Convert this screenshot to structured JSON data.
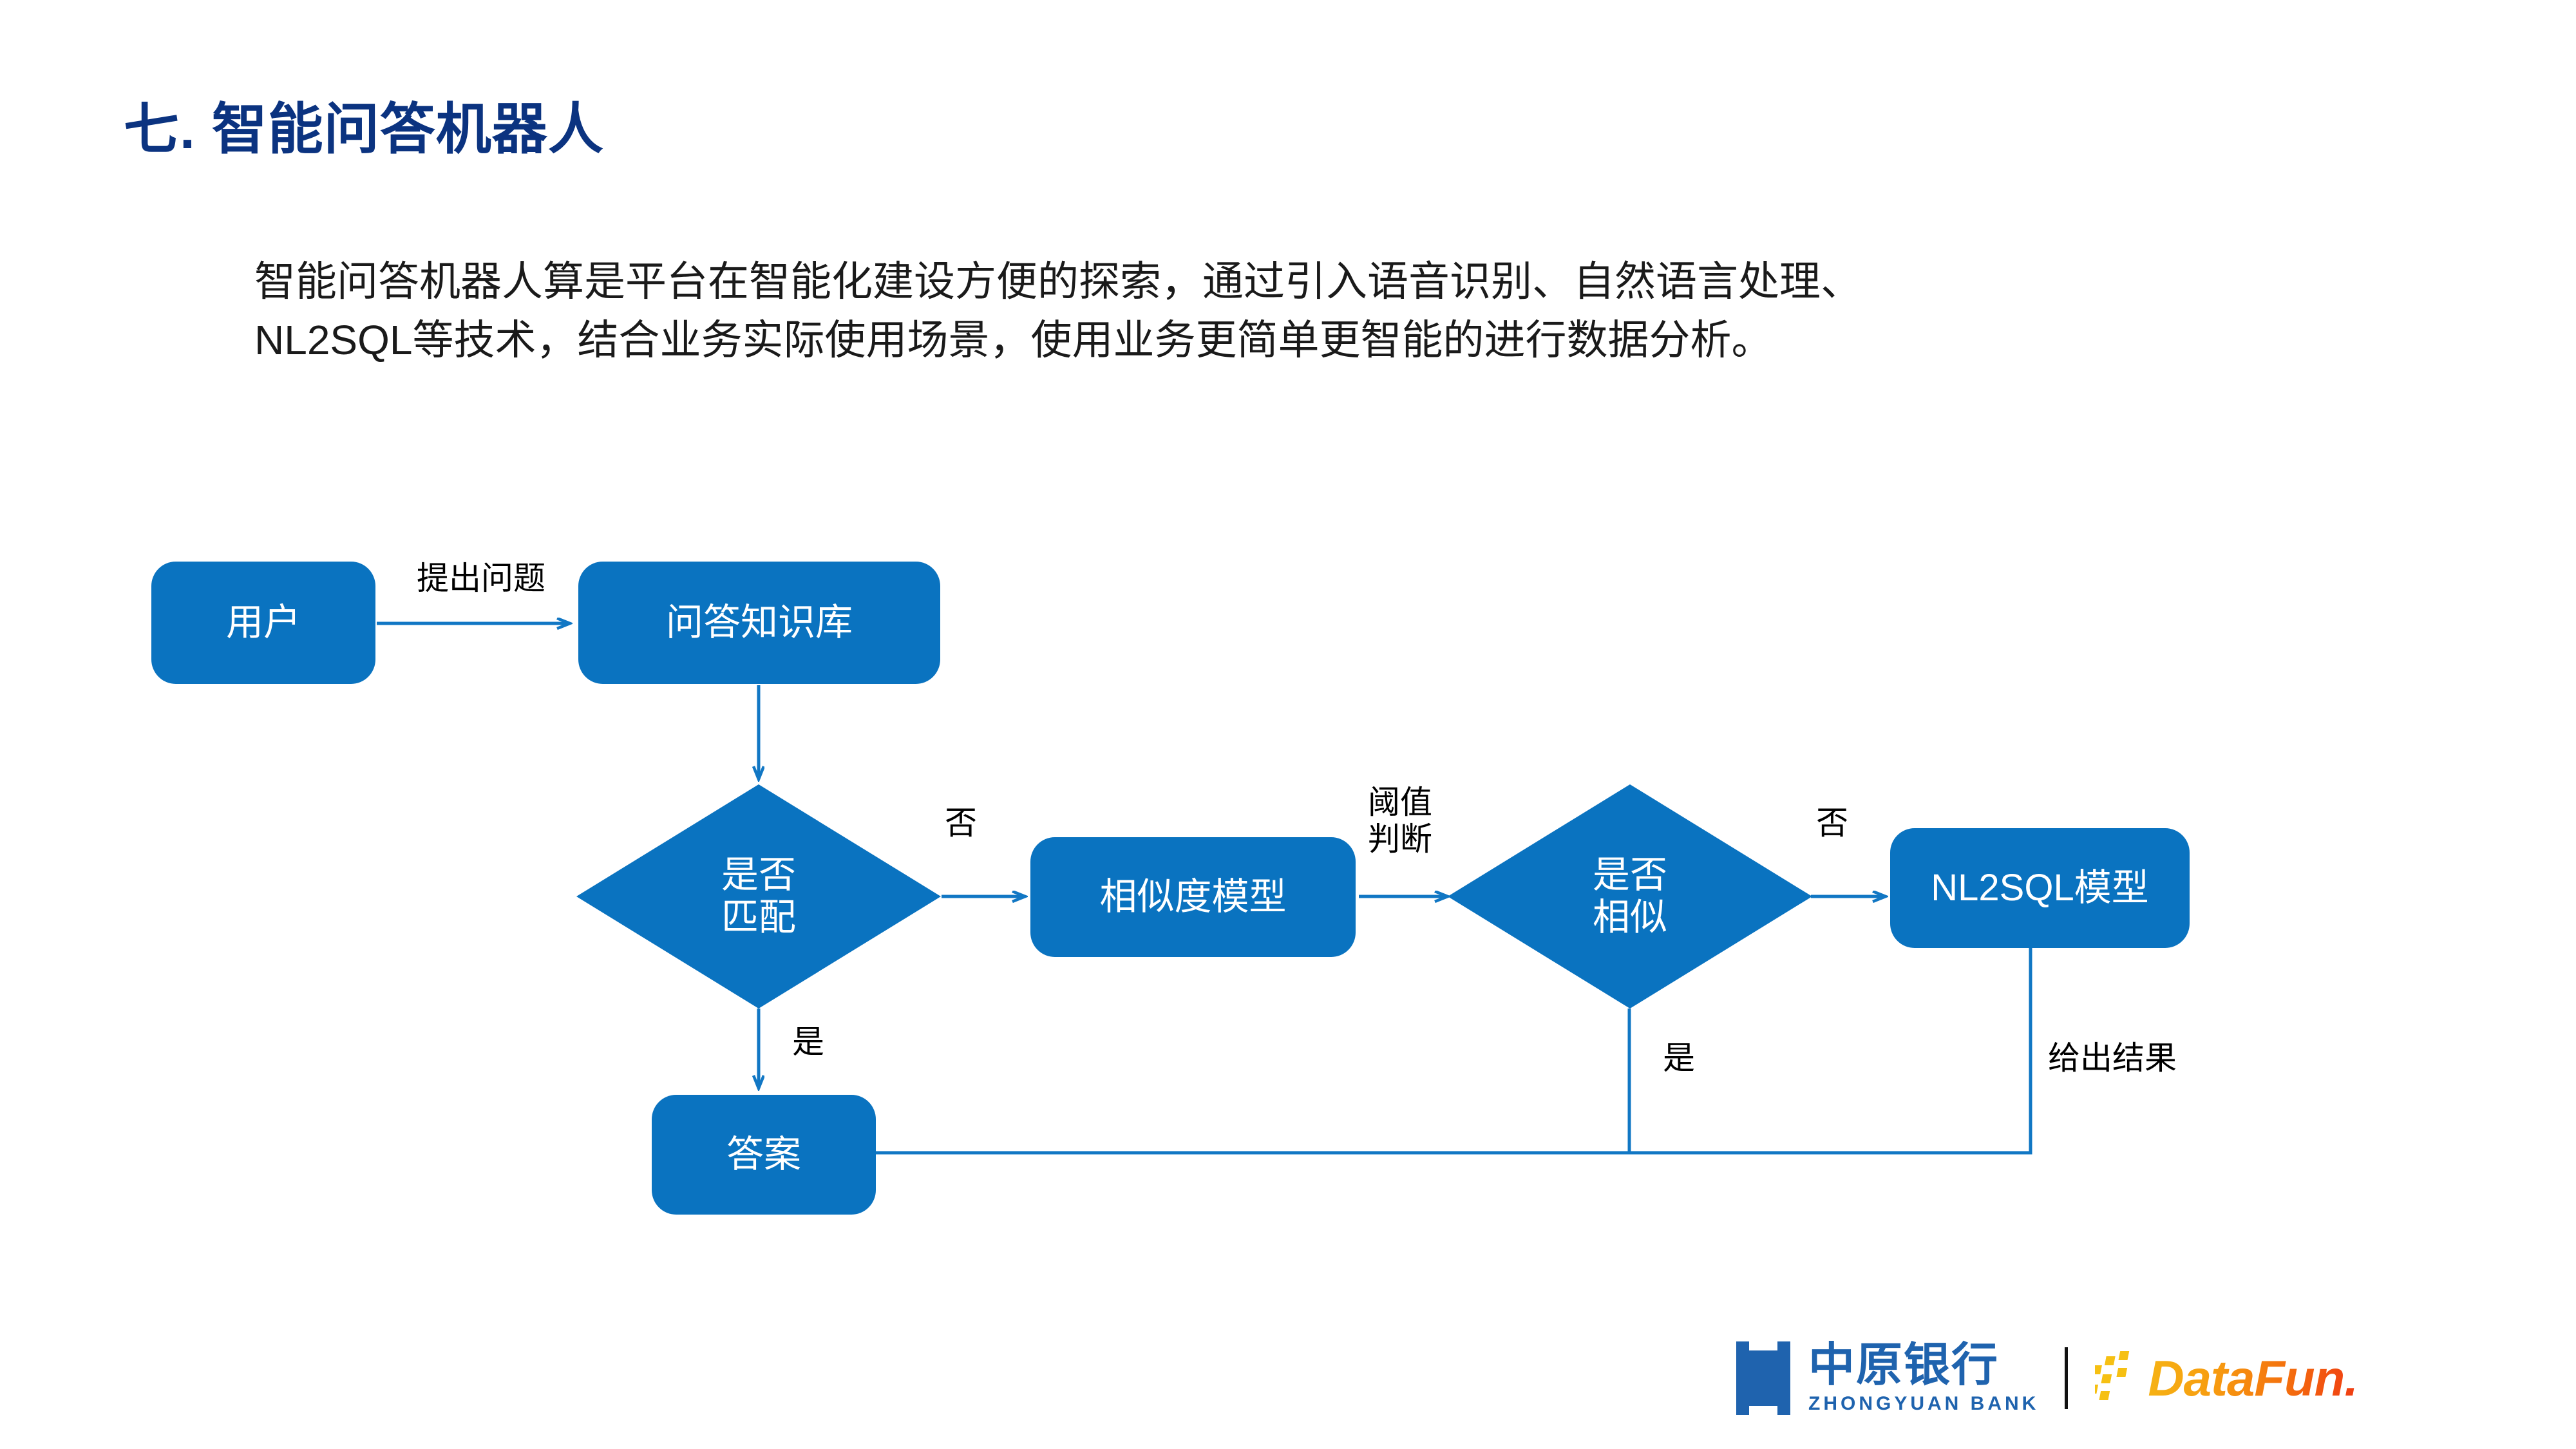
{
  "slide": {
    "title": "七. 智能问答机器人",
    "title_color": "#0B3380",
    "accent_color": "#0A73C0",
    "paragraph_line1": "智能问答机器人算是平台在智能化建设方便的探索，通过引入语音识别、自然语言处理、",
    "paragraph_line2": "NL2SQL等技术，结合业务实际使用场景，使用业务更简单更智能的进行数据分析。"
  },
  "flowchart": {
    "nodes": [
      {
        "id": "user",
        "label": "用户",
        "shape": "rounded-rect"
      },
      {
        "id": "kb",
        "label": "问答知识库",
        "shape": "rounded-rect"
      },
      {
        "id": "match",
        "label": "是否\n匹配",
        "label_line1": "是否",
        "label_line2": "匹配",
        "shape": "diamond"
      },
      {
        "id": "sim-model",
        "label": "相似度模型",
        "shape": "rounded-rect"
      },
      {
        "id": "similar",
        "label": "是否\n相似",
        "label_line1": "是否",
        "label_line2": "相似",
        "shape": "diamond"
      },
      {
        "id": "nl2sql",
        "label": "NL2SQL模型",
        "shape": "rounded-rect"
      },
      {
        "id": "answer",
        "label": "答案",
        "shape": "rounded-rect"
      }
    ],
    "edge_labels": {
      "ask_question": "提出问题",
      "match_no": "否",
      "match_yes": "是",
      "threshold_line1": "阈值",
      "threshold_line2": "判断",
      "similar_no": "否",
      "similar_yes": "是",
      "give_result": "给出结果"
    }
  },
  "footer": {
    "bank_logo_cn": "中原银行",
    "bank_logo_en": "ZHONGYUAN BANK",
    "bank_logo_color": "#1F63AE",
    "datafun_text": "DataFun.",
    "datafun_color_start": "#F6B314",
    "datafun_color_end": "#F03B12"
  }
}
